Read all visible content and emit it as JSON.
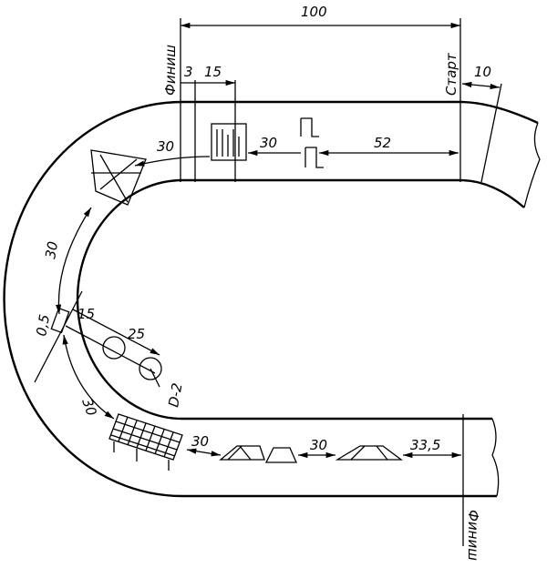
{
  "dims": {
    "total": "100",
    "gap_finish": "3",
    "obstacle1_len": "15",
    "start_offset": "10",
    "to_turn": "30",
    "between_obstacles": "30",
    "start_to_gate": "52",
    "turn_arc": "30",
    "marker_width": "0,5",
    "ring1": "15",
    "ring2": "25",
    "ring_size": "D-2",
    "to_grid": "30",
    "grid_to_bridge": "30",
    "bridge_to_ramp": "30",
    "ramp_to_finish": "33,5"
  },
  "labels": {
    "finish_top": "Финиш",
    "start": "Старт",
    "finish_bottom": "Финиш"
  }
}
